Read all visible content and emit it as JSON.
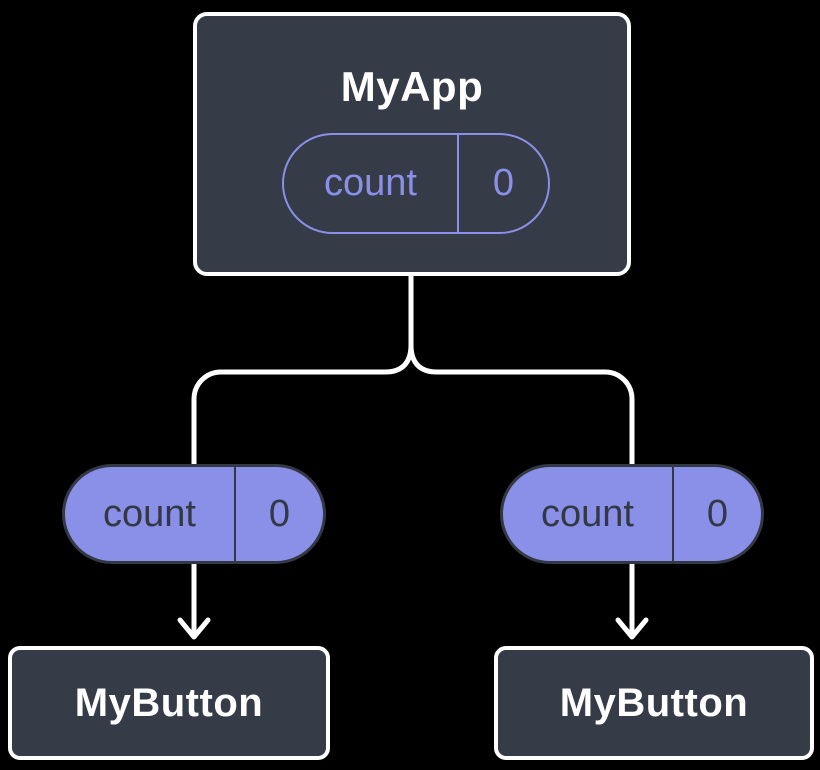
{
  "diagram": {
    "type": "react-component-tree",
    "background_color": "#000000",
    "colors": {
      "node_fill": "#353B47",
      "node_border": "#FFFFFF",
      "node_title": "#FFFFFF",
      "accent": "#8A8FE8",
      "pill_dark": "#333944",
      "connector": "#FFFFFF"
    },
    "root": {
      "title": "MyApp",
      "state_pill": {
        "label": "count",
        "value": "0"
      }
    },
    "children": [
      {
        "title": "MyButton",
        "prop_pill": {
          "label": "count",
          "value": "0"
        }
      },
      {
        "title": "MyButton",
        "prop_pill": {
          "label": "count",
          "value": "0"
        }
      }
    ],
    "edges": [
      {
        "from": "MyApp",
        "to": "MyButton",
        "style": "arrow-down"
      },
      {
        "from": "MyApp",
        "to": "MyButton",
        "style": "arrow-down"
      }
    ]
  }
}
